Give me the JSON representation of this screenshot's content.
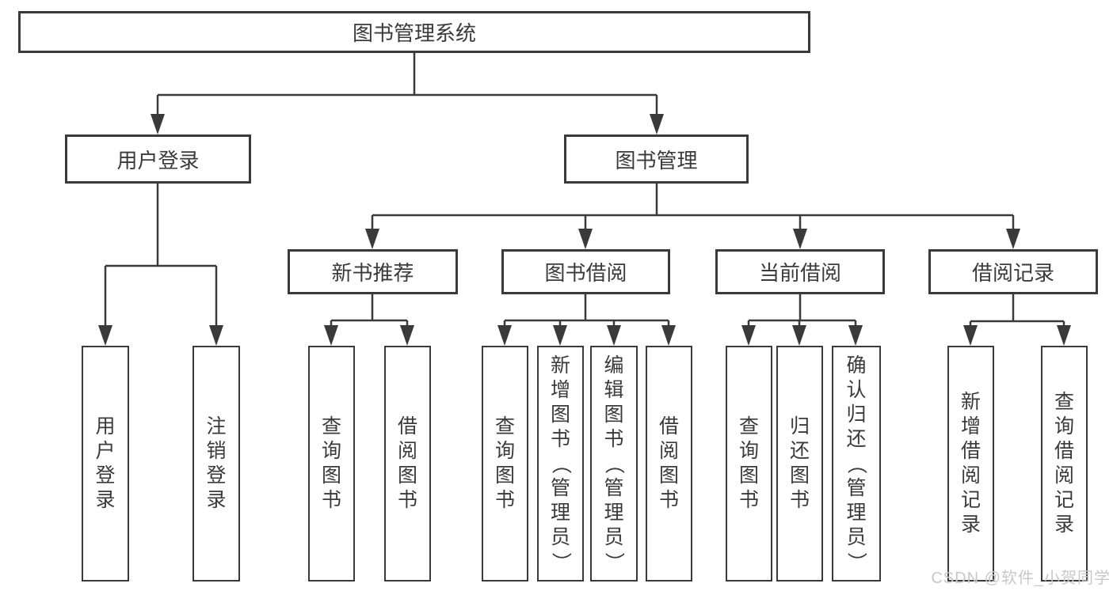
{
  "tree": {
    "label": "图书管理系统",
    "children": [
      {
        "label": "用户登录",
        "children": [
          {
            "label": "用户登录"
          },
          {
            "label": "注销登录"
          }
        ]
      },
      {
        "label": "图书管理",
        "children": [
          {
            "label": "新书推荐",
            "children": [
              {
                "label": "查询图书"
              },
              {
                "label": "借阅图书"
              }
            ]
          },
          {
            "label": "图书借阅",
            "children": [
              {
                "label": "查询图书"
              },
              {
                "label": "新增图书（管理员）"
              },
              {
                "label": "编辑图书（管理员）"
              },
              {
                "label": "借阅图书"
              }
            ]
          },
          {
            "label": "当前借阅",
            "children": [
              {
                "label": "查询图书"
              },
              {
                "label": "归还图书"
              },
              {
                "label": "确认归还（管理员）"
              }
            ]
          },
          {
            "label": "借阅记录",
            "children": [
              {
                "label": "新增借阅记录"
              },
              {
                "label": "查询借阅记录"
              }
            ]
          }
        ]
      }
    ]
  },
  "watermark": {
    "text": "CSDN @软件_小贺同学",
    "color": "#c8c8c8"
  },
  "colors": {
    "line": "#3a3a3a",
    "box_border": "#3a3a3a",
    "box_fill": "#ffffff",
    "text": "#3a3a3a",
    "background": "#ffffff"
  }
}
